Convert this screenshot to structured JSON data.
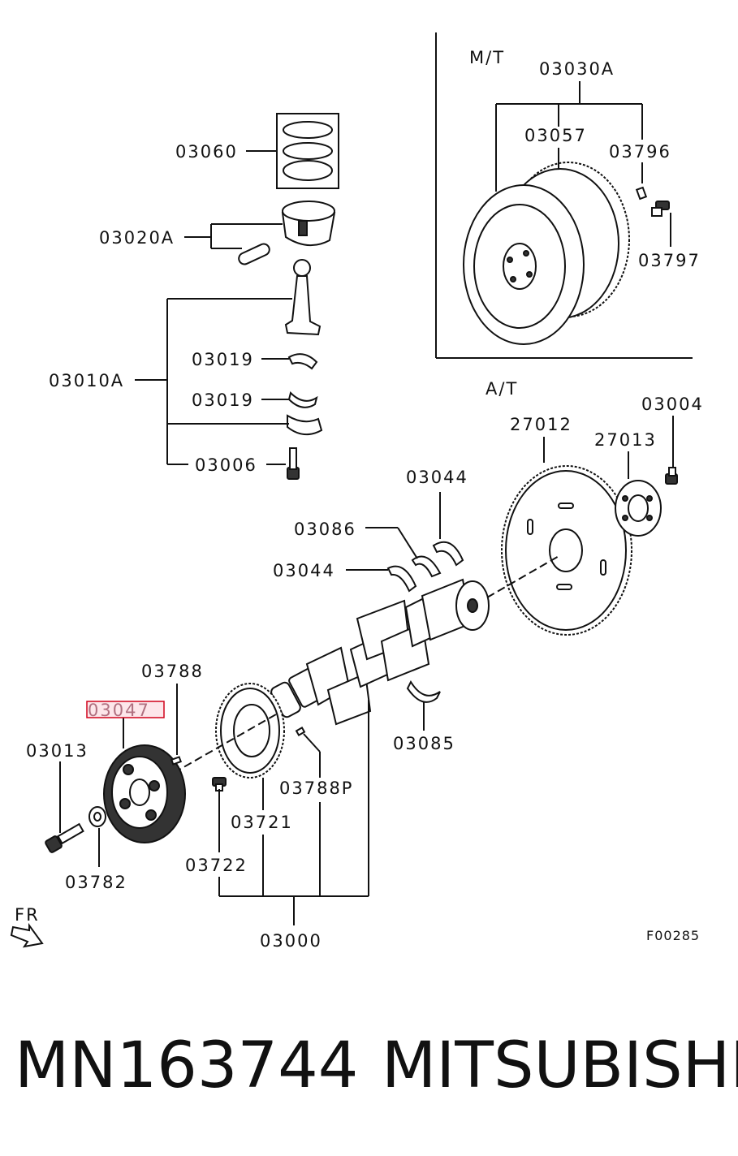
{
  "labels": {
    "mt": "M/T",
    "at": "A/T",
    "fr": "FR",
    "p03030a": "03030A",
    "p03057": "03057",
    "p03796": "03796",
    "p03797": "03797",
    "p03060": "03060",
    "p03020a": "03020A",
    "p03010a": "03010A",
    "p03019a": "03019",
    "p03019b": "03019",
    "p03006": "03006",
    "p03004": "03004",
    "p27012": "27012",
    "p27013": "27013",
    "p03044a": "03044",
    "p03086": "03086",
    "p03044b": "03044",
    "p03788": "03788",
    "p03047": "03047",
    "p03013": "03013",
    "p03085": "03085",
    "p03788p": "03788P",
    "p03721": "03721",
    "p03722": "03722",
    "p03782": "03782",
    "p03000": "03000",
    "fig": "F00285"
  },
  "footer": {
    "part_number": "MN163744",
    "brand": "MITSUBISHI"
  },
  "highlight": {
    "part": "03047",
    "color": "#d0021b"
  }
}
